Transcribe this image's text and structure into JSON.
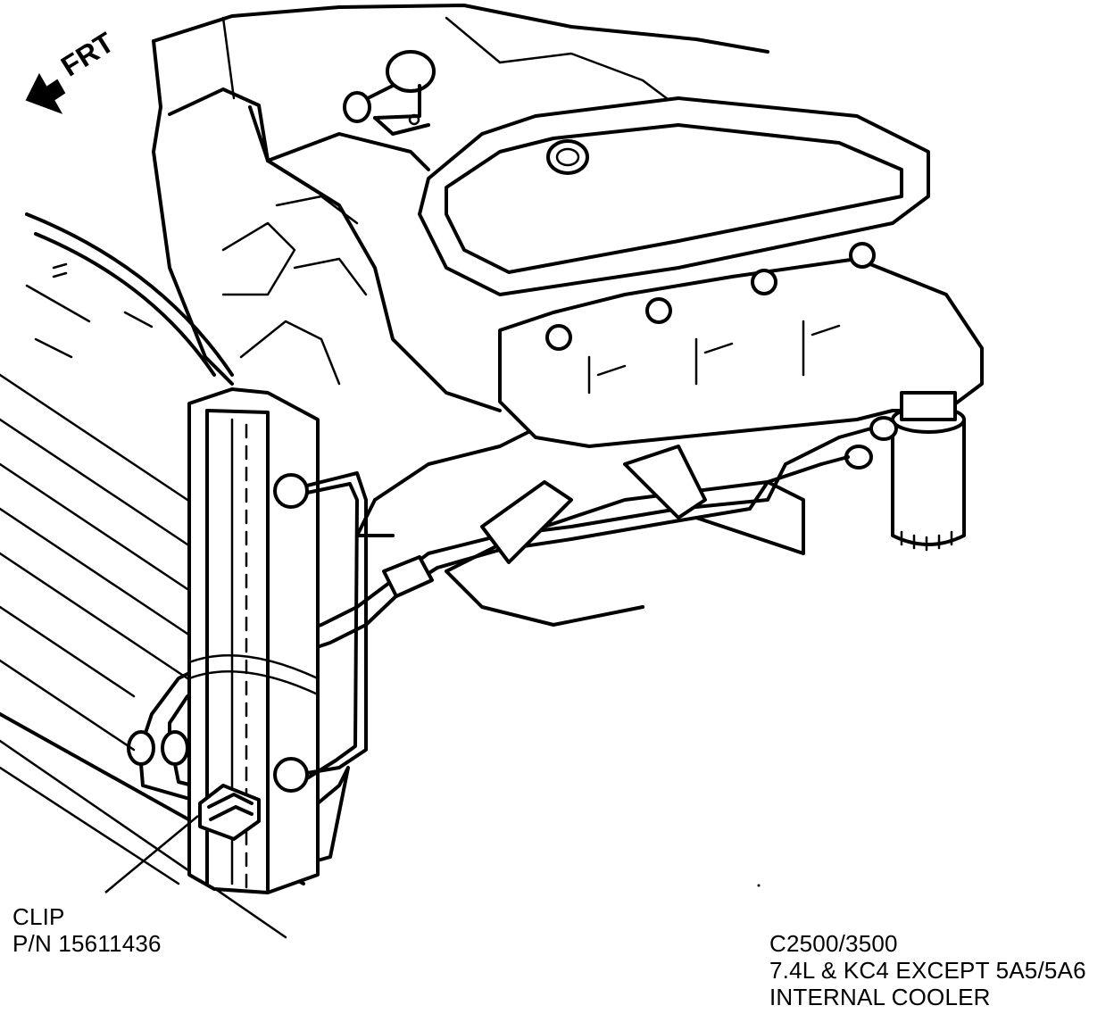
{
  "direction_indicator": {
    "text": "FRT"
  },
  "callouts": {
    "clip_name": "CLIP",
    "clip_part_number": "P/N 15611436"
  },
  "caption": {
    "line1": "C2500/3500",
    "line2": "7.4L & KC4 EXCEPT 5A5/5A6",
    "line3": "INTERNAL COOLER"
  }
}
